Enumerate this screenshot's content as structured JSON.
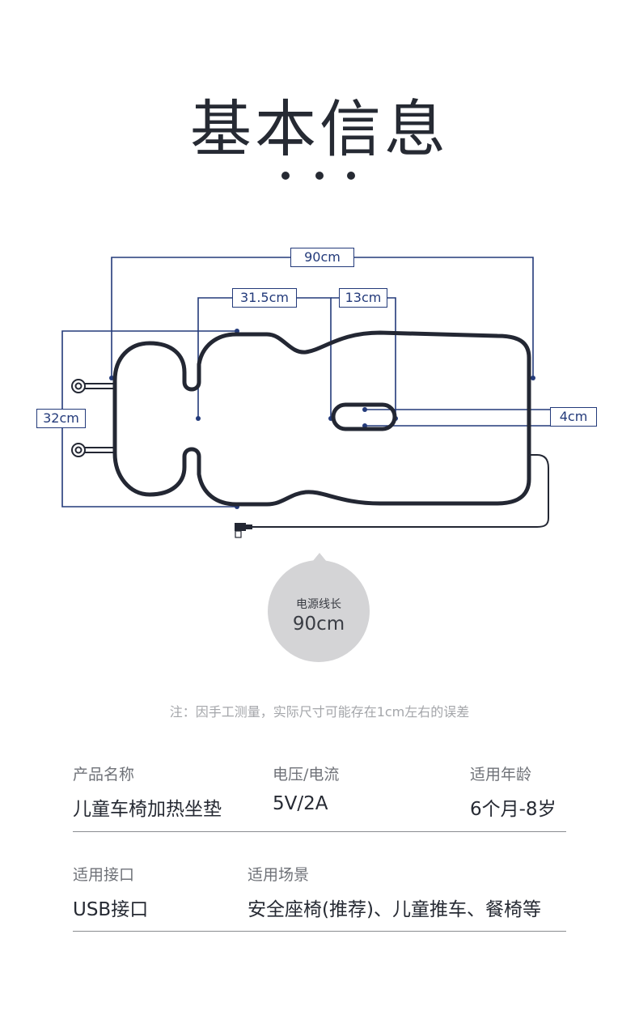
{
  "header": {
    "title": "基本信息"
  },
  "dimensions": {
    "total_length": "90cm",
    "head_width": "31.5cm",
    "slot_length": "13cm",
    "height": "32cm",
    "slot_width": "4cm"
  },
  "power_cable": {
    "label": "电源线长",
    "length": "90cm"
  },
  "note": "注：因手工测量，实际尺寸可能存在1cm左右的误差",
  "specs": {
    "product_name_label": "产品名称",
    "product_name_value": "儿童车椅加热坐垫",
    "voltage_label": "电压/电流",
    "voltage_value": "5V/2A",
    "age_label": "适用年龄",
    "age_value": "6个月-8岁",
    "port_label": "适用接口",
    "port_value": "USB接口",
    "scene_label": "适用场景",
    "scene_value": "安全座椅(推荐)、儿童推车、餐椅等"
  },
  "colors": {
    "dimension_line": "#233a7a",
    "cushion_outline": "#232733",
    "bubble": "#d4d4d6"
  }
}
